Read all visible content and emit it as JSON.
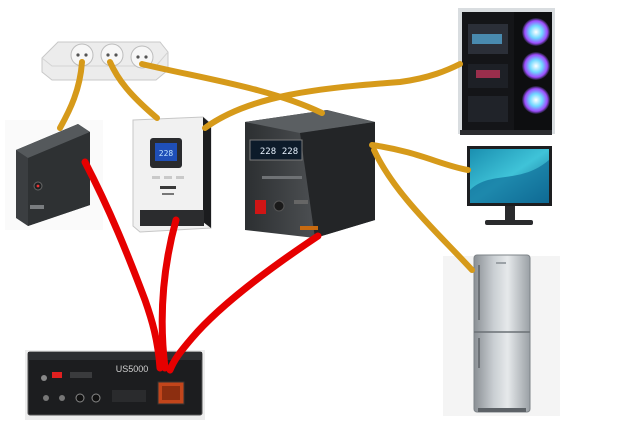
{
  "battery": {
    "model_label": "US5000"
  },
  "inverter_display": {
    "readout": "228"
  },
  "ups_display": {
    "readout_left": "228",
    "readout_right": "228"
  },
  "colors": {
    "dc_cable": "#e60000",
    "ac_cable": "#d69a1a",
    "background": "#ffffff"
  },
  "icons": [
    "power-strip-icon",
    "ups-icon",
    "solar-inverter-icon",
    "line-interactive-ups-icon",
    "pc-tower-icon",
    "monitor-icon",
    "refrigerator-icon",
    "lithium-battery-icon"
  ]
}
